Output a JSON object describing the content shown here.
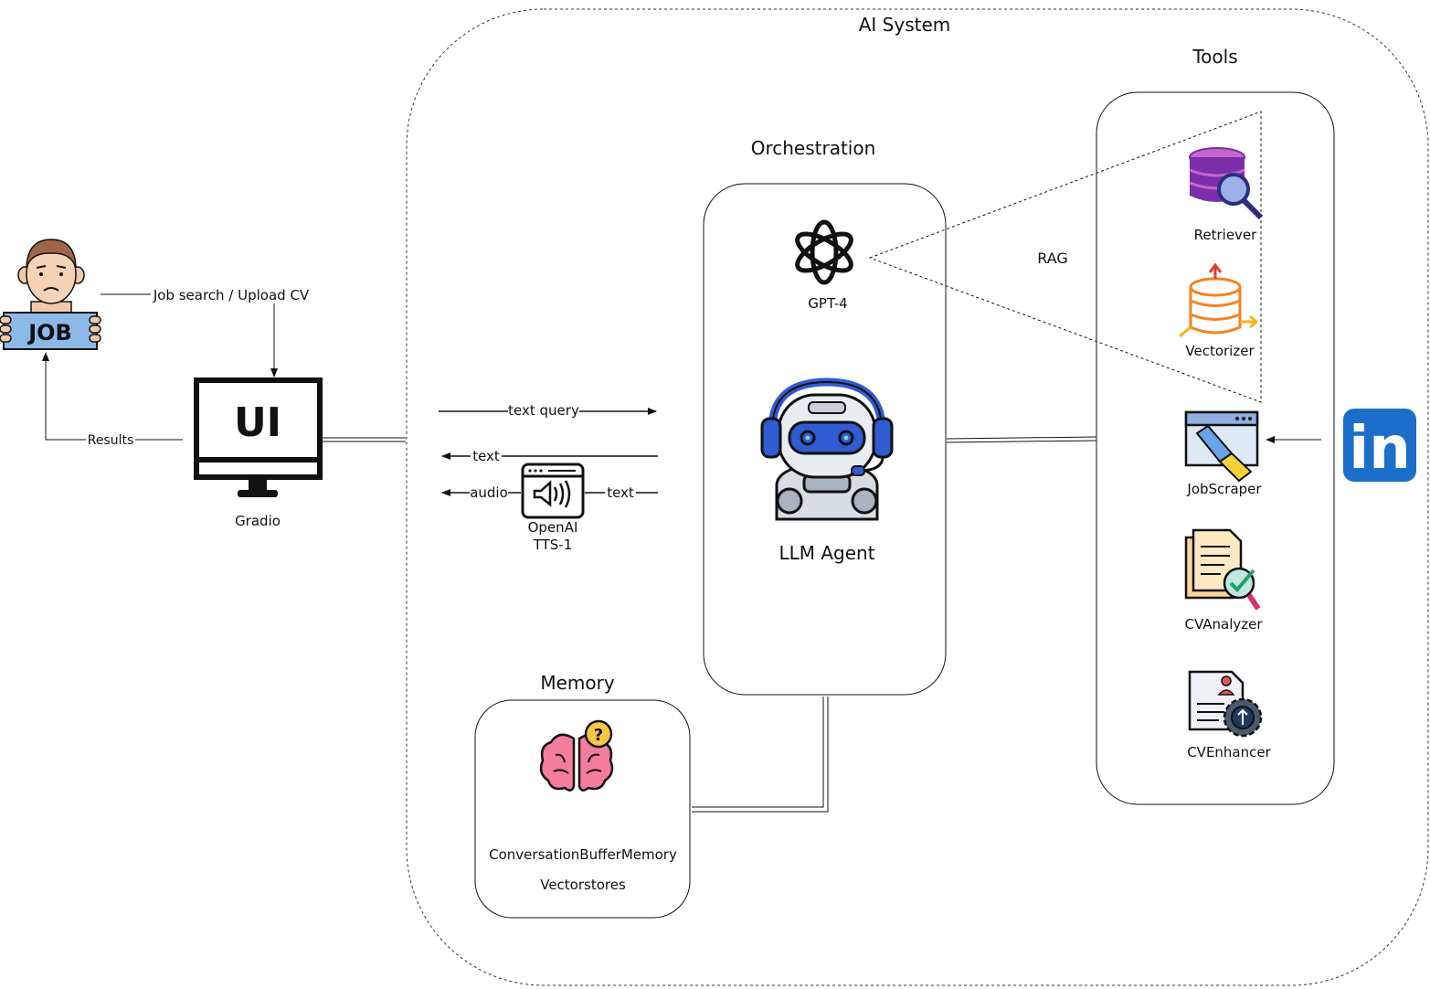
{
  "diagram": {
    "system_title": "AI System",
    "tools_title": "Tools",
    "orchestration_title": "Orchestration",
    "memory_title": "Memory",
    "user": {
      "sign_text": "JOB"
    },
    "ui": {
      "screen_text": "UI",
      "name": "Gradio"
    },
    "edges": {
      "job_search": "Job search / Upload CV",
      "results": "Results",
      "text_query": "text query",
      "text_back": "text",
      "audio": "audio",
      "text_tts": "text",
      "rag": "RAG"
    },
    "tts": {
      "line1": "OpenAI",
      "line2": "TTS-1"
    },
    "gpt": {
      "label": "GPT-4"
    },
    "agent": {
      "label": "LLM Agent"
    },
    "memory": {
      "line1": "ConversationBufferMemory",
      "line2": "Vectorstores"
    },
    "tools": [
      "Retriever",
      "Vectorizer",
      "JobScraper",
      "CVAnalyzer",
      "CVEnhancer"
    ],
    "external": {
      "logo_text": "in"
    },
    "colors": {
      "robot_blue": "#2f5bd3",
      "linkedin_blue": "#1b6fc9",
      "retriever_purple": "#7a2fa8",
      "vectorizer_orange": "#f5821f",
      "brain_pink": "#f47c9c",
      "question_yellow": "#f6c744"
    }
  }
}
